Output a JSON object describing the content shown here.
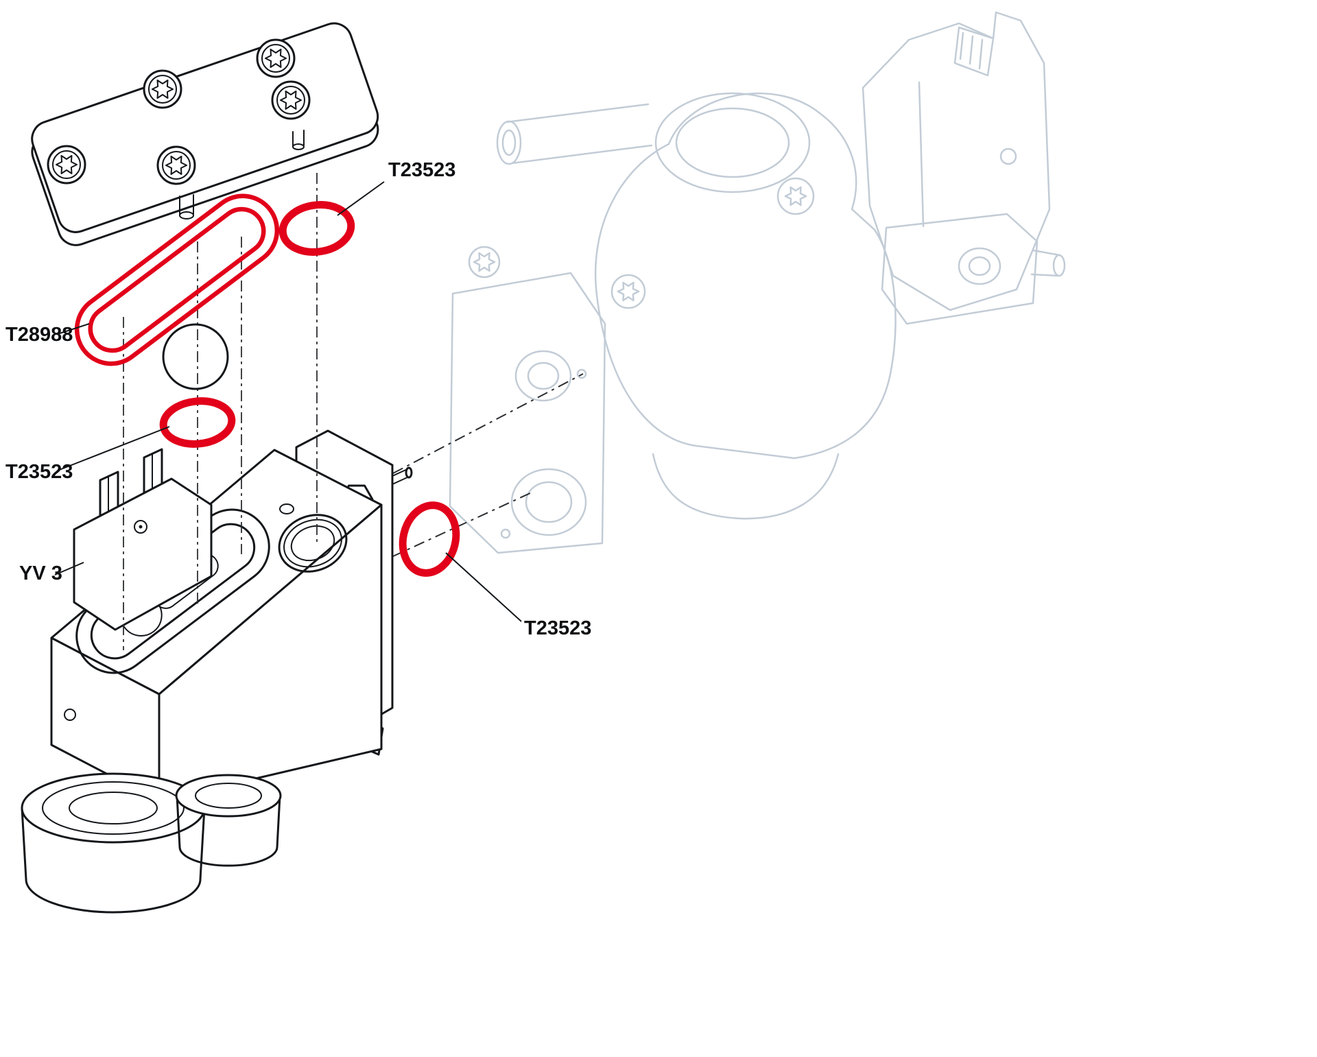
{
  "diagram": {
    "kind": "exploded-parts-diagram",
    "labels": {
      "oring_top": "T23523",
      "gasket": "T28988",
      "oring_mid": "T23523",
      "valve": "YV 3",
      "oring_right": "T23523"
    },
    "parts": [
      {
        "id": "oring-top",
        "label": "T23523",
        "type": "o-ring",
        "highlighted": true
      },
      {
        "id": "gasket",
        "label": "T28988",
        "type": "gasket",
        "highlighted": true
      },
      {
        "id": "oring-mid",
        "label": "T23523",
        "type": "o-ring",
        "highlighted": true
      },
      {
        "id": "solenoid-valve",
        "label": "YV 3",
        "type": "valve-body",
        "highlighted": false
      },
      {
        "id": "oring-right",
        "label": "T23523",
        "type": "o-ring",
        "highlighted": true
      },
      {
        "id": "cover-plate",
        "label": "",
        "type": "cover-plate-with-torx-screws",
        "highlighted": false
      },
      {
        "id": "main-assembly",
        "label": "",
        "type": "ghosted-pump-assembly",
        "highlighted": false
      }
    ],
    "colors": {
      "highlight_red": "#e2001a",
      "line_black": "#14171a",
      "ghost_gray": "#c2ccd6",
      "background": "#ffffff"
    }
  }
}
